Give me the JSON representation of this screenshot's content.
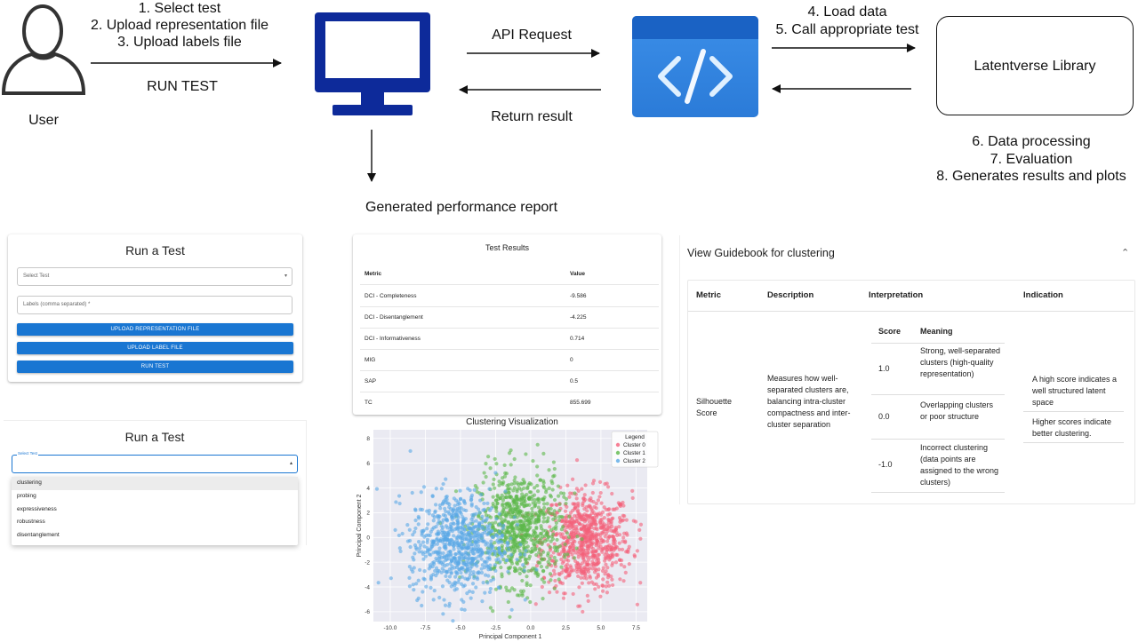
{
  "flow": {
    "user_label": "User",
    "user_steps": [
      "1. Select test",
      "2. Upload representation file",
      "3. Upload labels file"
    ],
    "run_test": "RUN TEST",
    "api_request": "API Request",
    "return_result": "Return result",
    "library_steps_top": [
      "4. Load data",
      "5. Call appropriate test"
    ],
    "library_label": "Latentverse Library",
    "library_steps_bottom": [
      "6. Data processing",
      "7. Evaluation",
      "8. Generates results and plots"
    ],
    "report_label": "Generated performance report"
  },
  "run_test_card": {
    "title": "Run a Test",
    "select_placeholder": "Select Test",
    "labels_placeholder": "Labels (comma separated) *",
    "upload_rep": "UPLOAD REPRESENTATION FILE",
    "upload_label": "UPLOAD LABEL FILE",
    "run": "RUN TEST"
  },
  "dropdown_card": {
    "title": "Run a Test",
    "select_label": "Select Test",
    "options": [
      "clustering",
      "probing",
      "expressiveness",
      "robustness",
      "disentanglement"
    ]
  },
  "results": {
    "title": "Test Results",
    "col_metric": "Metric",
    "col_value": "Value",
    "rows": [
      {
        "metric": "DCI - Completeness",
        "value": "-9.586"
      },
      {
        "metric": "DCI - Disentanglement",
        "value": "-4.225"
      },
      {
        "metric": "DCI - Informativeness",
        "value": "0.714"
      },
      {
        "metric": "MIG",
        "value": "0"
      },
      {
        "metric": "SAP",
        "value": "0.5"
      },
      {
        "metric": "TC",
        "value": "855.699"
      }
    ]
  },
  "guidebook": {
    "title": "View Guidebook for clustering",
    "headers": [
      "Metric",
      "Description",
      "Interpretation",
      "Indication"
    ],
    "metric": "Silhouette Score",
    "description": "Measures how well-separated clusters are, balancing intra-cluster compactness and inter-cluster separation",
    "score_header": "Score",
    "meaning_header": "Meaning",
    "scores": [
      {
        "score": "1.0",
        "meaning": "Strong, well-separated clusters (high-quality representation)"
      },
      {
        "score": "0.0",
        "meaning": "Overlapping clusters or poor structure"
      },
      {
        "score": "-1.0",
        "meaning": "Incorrect clustering (data points are assigned to the wrong clusters)"
      }
    ],
    "indications": [
      "A high score indicates a well structured latent space",
      "Higher scores indicate better clustering."
    ]
  },
  "chart_data": {
    "type": "scatter",
    "title": "Clustering Visualization",
    "xlabel": "Principal Component 1",
    "ylabel": "Principal Component 2",
    "xlim": [
      -11.2,
      8.3
    ],
    "ylim": [
      -6.8,
      8.7
    ],
    "xticks": [
      "-10.0",
      "-7.5",
      "-5.0",
      "-2.5",
      "0.0",
      "2.5",
      "5.0",
      "7.5"
    ],
    "yticks": [
      "8",
      "6",
      "4",
      "2",
      "0",
      "-2",
      "-4",
      "-6"
    ],
    "legend_title": "Legend",
    "legend_position": "top-right",
    "series": [
      {
        "name": "Cluster 0",
        "color": "#f4607a",
        "center": [
          4.0,
          -0.3
        ],
        "spread": [
          1.6,
          2.0
        ]
      },
      {
        "name": "Cluster 1",
        "color": "#5cb84a",
        "center": [
          -0.8,
          0.8
        ],
        "spread": [
          1.5,
          2.3
        ]
      },
      {
        "name": "Cluster 2",
        "color": "#5aa9e6",
        "center": [
          -5.2,
          -0.5
        ],
        "spread": [
          1.7,
          2.1
        ]
      }
    ],
    "grid": true
  }
}
